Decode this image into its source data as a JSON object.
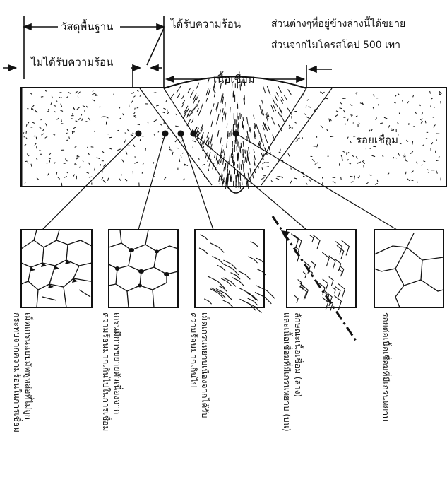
{
  "labels": {
    "base_material": "วัสดุพื้นฐาน",
    "heat_affected": "ได้รับความร้อน",
    "not_heat_affected": "ไม่ได้รับความร้อน",
    "weld_metal": "เนื้อเชื่อม",
    "magnified_note_line1": "ส่วนต่างๆที่อยู่ข้างล่างนี้ได้ขยาย",
    "magnified_note_line2": "ส่วนจากไมโครสโคป 500 เทา",
    "weld_bead": "รอยเชื่อม"
  },
  "micro_captions": [
    {
      "col1": "เม็ดเกรนแบบมัดฟูหล่อที่ไม่ถูก",
      "col2": "กระทบจากความร้อนในการเชื่อม"
    },
    {
      "col1": "เกรนมีการขยายตัวเนื่องจาก",
      "col2": "ความร้อนมากเกินไปในการเชื่อม"
    },
    {
      "col1": "เม็ดเกรนหยาบเนื่องจากได้รับ",
      "col2": "ความร้อนมากเกินไป"
    },
    {
      "col1": "ลักษณะเนื้อเชื่อม (ล่าง)",
      "col2": "และเนื้อเชื่อมที่มีเกรนหยาบ (บน)"
    },
    {
      "col1": "รอยต่อเนื้อเชื่อมที่มีเกรนหยาบ",
      "col2": ""
    }
  ],
  "colors": {
    "ink": "#111111",
    "paper": "#ffffff"
  }
}
